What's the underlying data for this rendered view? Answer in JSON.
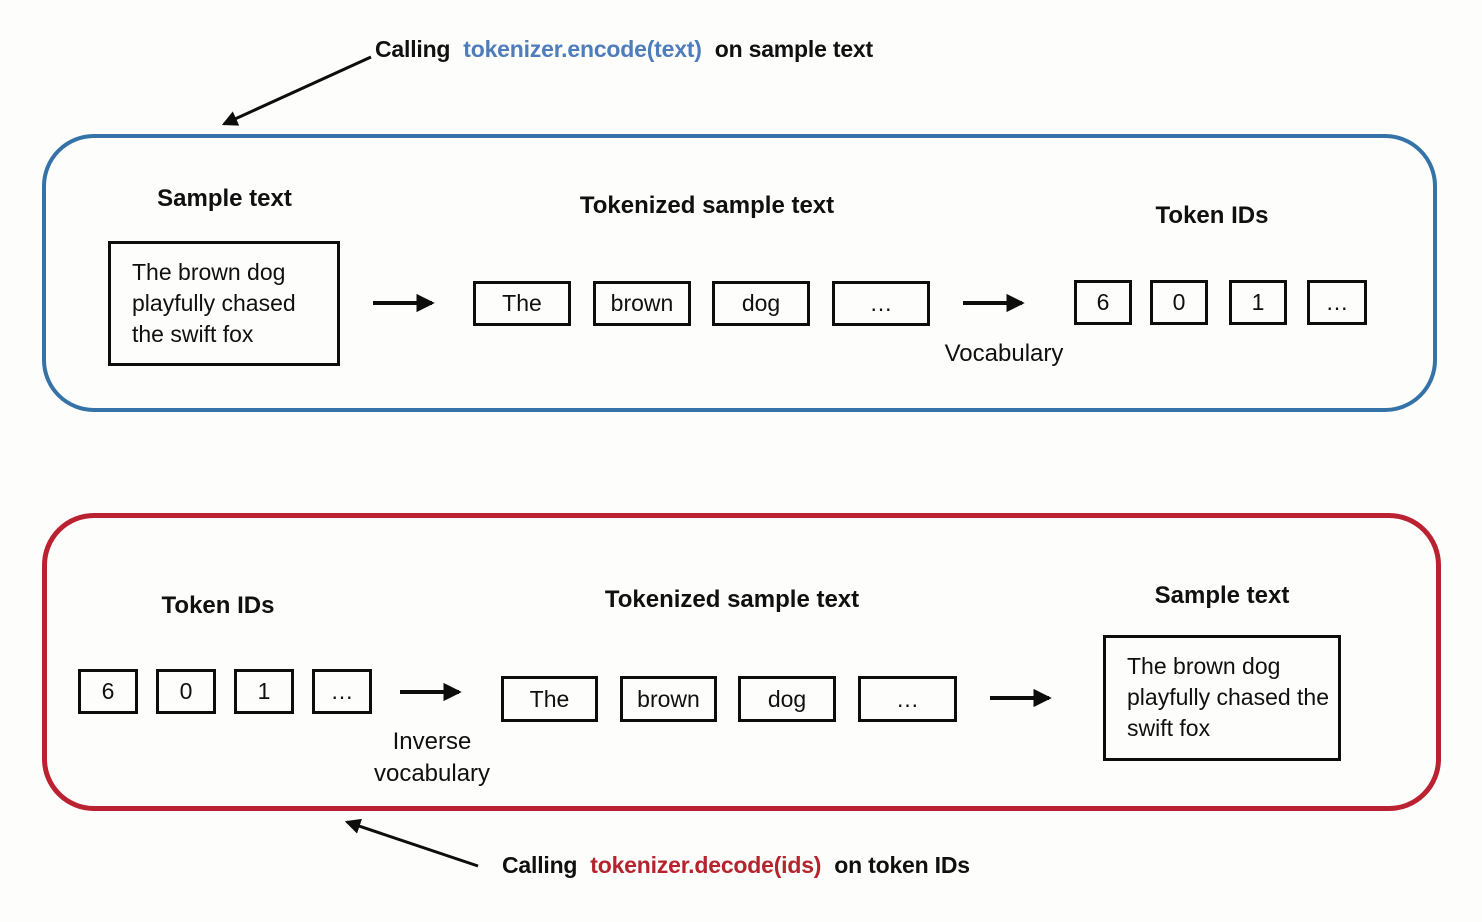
{
  "colors": {
    "encode_panel_border": "#3572a8",
    "decode_panel_border": "#bb2231",
    "encode_code_text": "#4f7cba",
    "decode_code_text": "#b5232d",
    "box_border": "#0d0d0d",
    "background": "#fdfdfc",
    "arrow": "#0d0d0d"
  },
  "captions": {
    "encode": {
      "prefix": "Calling",
      "code": "tokenizer.encode(text)",
      "suffix": "on sample text"
    },
    "decode": {
      "prefix": "Calling",
      "code": "tokenizer.decode(ids)",
      "suffix": "on token IDs"
    }
  },
  "encode_panel": {
    "sample_label": "Sample text",
    "sample_text": "The brown dog playfully chased the swift fox",
    "tokenized_label": "Tokenized sample text",
    "tokens": [
      "The",
      "brown",
      "dog",
      "…"
    ],
    "vocab_label": "Vocabulary",
    "ids_label": "Token IDs",
    "ids": [
      "6",
      "0",
      "1",
      "…"
    ]
  },
  "decode_panel": {
    "ids_label": "Token IDs",
    "ids": [
      "6",
      "0",
      "1",
      "…"
    ],
    "inverse_vocab_label": "Inverse vocabulary",
    "tokenized_label": "Tokenized sample text",
    "tokens": [
      "The",
      "brown",
      "dog",
      "…"
    ],
    "sample_label": "Sample text",
    "sample_text": "The brown dog playfully chased the swift fox"
  }
}
